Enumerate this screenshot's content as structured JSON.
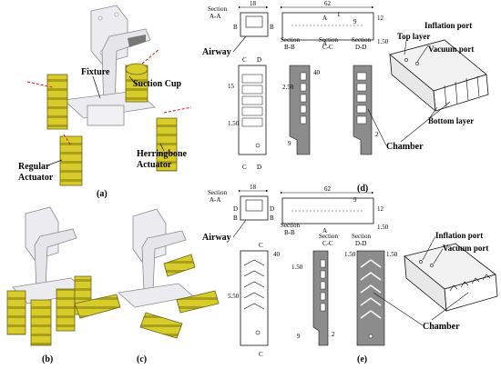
{
  "panels": {
    "a": {
      "tag": "(a)",
      "labels": {
        "fixture": "Fixture",
        "suction_cup": "Suction Cup",
        "regular_actuator_line1": "Regular",
        "regular_actuator_line2": "Actuator",
        "herringbone_line1": "Herringbone",
        "herringbone_line2": "Actuator"
      }
    },
    "b": {
      "tag": "(b)"
    },
    "c": {
      "tag": "(c)"
    },
    "d": {
      "tag": "(d)",
      "section_aa_line1": "Section",
      "section_aa_line2": "A-A",
      "section_bb_line1": "Section",
      "section_bb_line2": "B-B",
      "section_cc_line1": "Section",
      "section_cc_line2": "C-C",
      "section_dd_line1": "Section",
      "section_dd_line2": "D-D",
      "airway": "Airway",
      "chamber": "Chamber",
      "top_layer": "Top layer",
      "inflation_port": "Inflation port",
      "vacuum_port": "Vacuum port",
      "bottom_layer": "Bottom layer",
      "dims": {
        "w18": "18",
        "w62": "62",
        "d1": "1",
        "d9": "9",
        "d12": "12",
        "d1_50": "1.50",
        "d15": "15",
        "d2_50": "2.50",
        "d1_50b": "1.50",
        "d40": "40",
        "d2": "2",
        "d9b": "9"
      },
      "marks": {
        "A": "A",
        "B": "B",
        "C": "C",
        "D": "D"
      }
    },
    "e": {
      "tag": "(e)",
      "section_aa_line1": "Section",
      "section_aa_line2": "A-A",
      "section_bb_line1": "Section",
      "section_bb_line2": "B-B",
      "section_cc_line1": "Section",
      "section_cc_line2": "C-C",
      "section_dd_line1": "Section",
      "section_dd_line2": "D-D",
      "airway": "Airway",
      "chamber": "Chamber",
      "inflation_port": "Inflation port",
      "vacuum_port": "Vacuum port",
      "dims": {
        "w18": "18",
        "w62": "62",
        "d9": "9",
        "d12": "12",
        "d1_50": "1.50",
        "d1_50b": "1.50",
        "d5_50": "5.50",
        "d40": "40",
        "d1_50c": "1.50",
        "d1_50d": "1.50",
        "d9b": "9",
        "d2": "2"
      },
      "marks": {
        "A": "A",
        "B": "B",
        "C": "C",
        "D": "D"
      }
    }
  },
  "colors": {
    "actuator_yellow": "#d8cc2a",
    "actuator_dark": "#8e861a",
    "fixture_gray": "#e6e6ea",
    "fixture_edge": "#8a8a90",
    "section_gray": "#8c8c8c",
    "dim_red": "#d11a1a"
  }
}
